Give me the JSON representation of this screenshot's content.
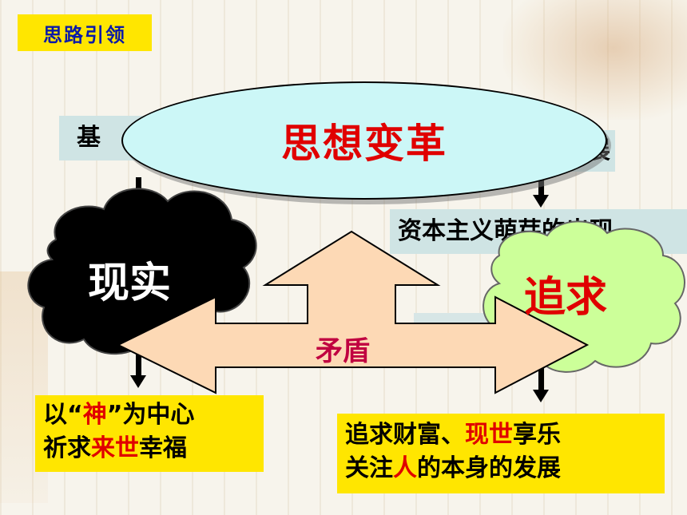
{
  "title": "思路引领",
  "ellipse_text": "思想变革",
  "left_box_text": "基",
  "right_box_text": "展",
  "mid_box_text": "资本主义萌芽的出现",
  "cloud_left": "现实",
  "cloud_right": "追求",
  "center_label": "矛盾",
  "left_yellow": {
    "line1_a": "以“",
    "line1_red": "神",
    "line1_b": "”为中心",
    "line2_a": "祈求",
    "line2_red": "来世",
    "line2_b": "幸福"
  },
  "right_yellow": {
    "line1_a": "追求财富、",
    "line1_red": "现世",
    "line1_b": "享乐",
    "line2_a": "关注",
    "line2_red": "人",
    "line2_b": "的本身的发展"
  },
  "colors": {
    "title_bg": "#ffe600",
    "title_text": "#0a1aa8",
    "accent_red": "#e00000",
    "ellipse_fill": "#ccf7f7",
    "arrow_fill": "#fdd9b5",
    "cloud_right_fill": "#ccff99"
  }
}
